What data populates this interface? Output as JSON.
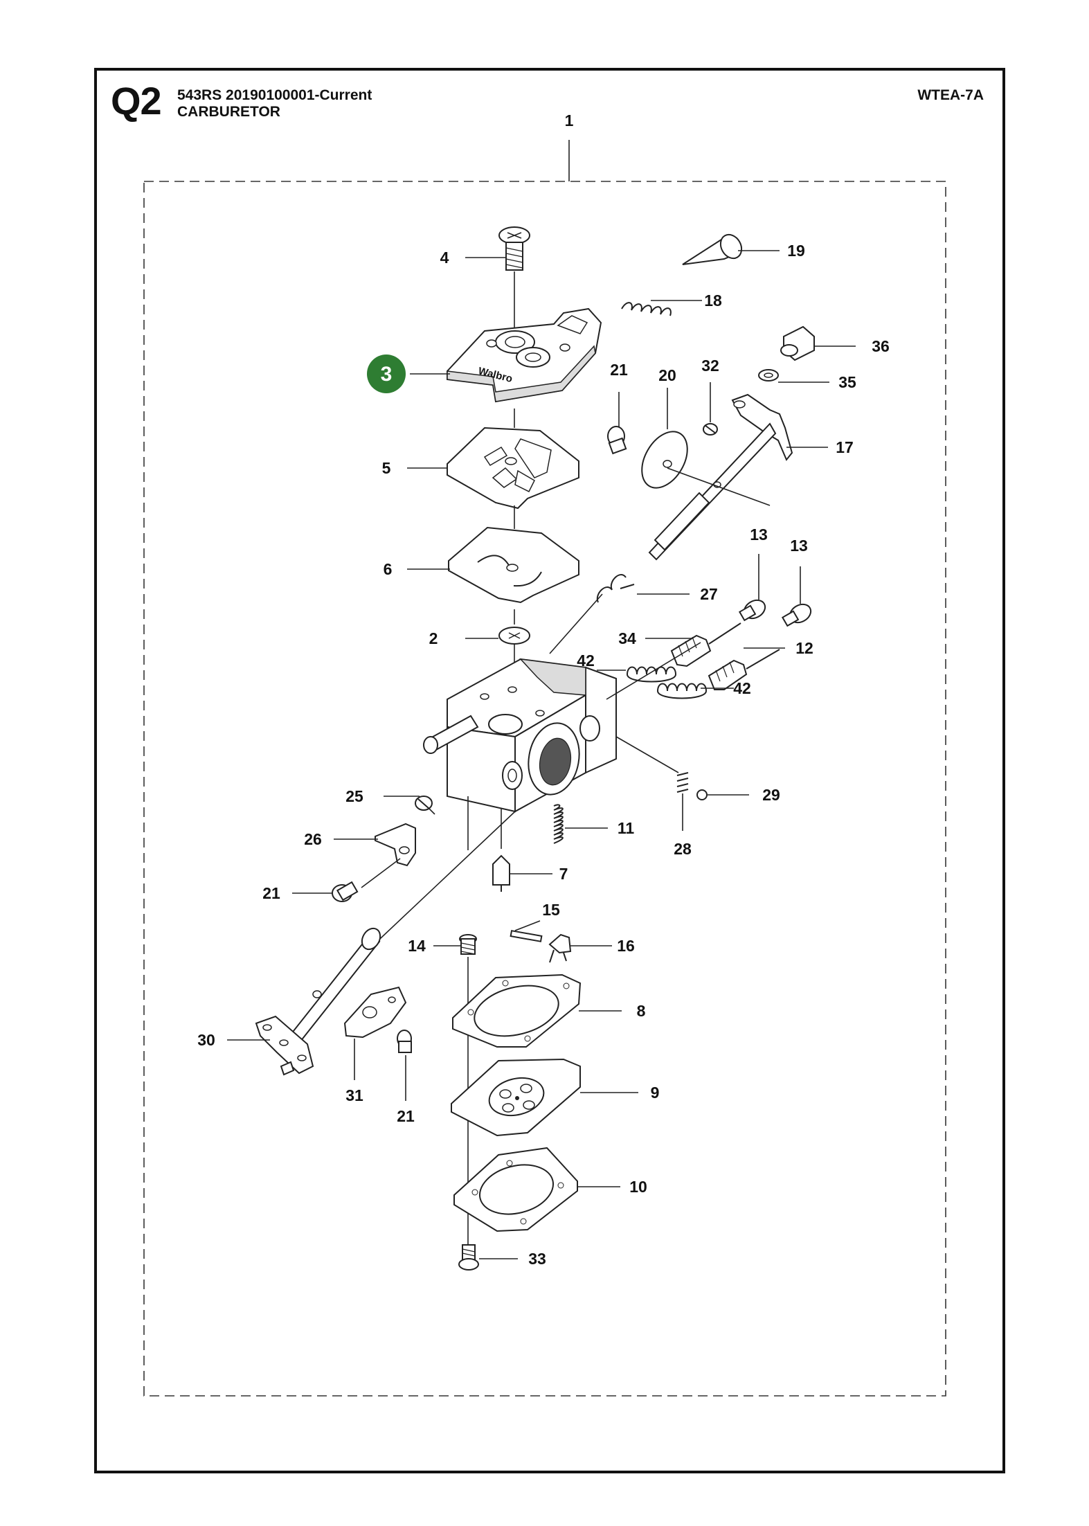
{
  "header": {
    "page_code": "Q2",
    "model": "543RS  20190100001-Current",
    "title": "CARBURETOR",
    "drawing_ref": "WTEA-7A"
  },
  "highlight": {
    "label": "3",
    "color": "#2e7d32"
  },
  "callouts": [
    {
      "id": "c1",
      "label": "1"
    },
    {
      "id": "c4",
      "label": "4"
    },
    {
      "id": "c19",
      "label": "19"
    },
    {
      "id": "c18",
      "label": "18"
    },
    {
      "id": "c36",
      "label": "36"
    },
    {
      "id": "c35",
      "label": "35"
    },
    {
      "id": "c21a",
      "label": "21"
    },
    {
      "id": "c20",
      "label": "20"
    },
    {
      "id": "c32",
      "label": "32"
    },
    {
      "id": "c17",
      "label": "17"
    },
    {
      "id": "c5",
      "label": "5"
    },
    {
      "id": "c6",
      "label": "6"
    },
    {
      "id": "c13a",
      "label": "13"
    },
    {
      "id": "c13b",
      "label": "13"
    },
    {
      "id": "c27",
      "label": "27"
    },
    {
      "id": "c2",
      "label": "2"
    },
    {
      "id": "c34",
      "label": "34"
    },
    {
      "id": "c12",
      "label": "12"
    },
    {
      "id": "c42a",
      "label": "42"
    },
    {
      "id": "c42b",
      "label": "42"
    },
    {
      "id": "c25",
      "label": "25"
    },
    {
      "id": "c29",
      "label": "29"
    },
    {
      "id": "c11",
      "label": "11"
    },
    {
      "id": "c26",
      "label": "26"
    },
    {
      "id": "c28",
      "label": "28"
    },
    {
      "id": "c7",
      "label": "7"
    },
    {
      "id": "c21b",
      "label": "21"
    },
    {
      "id": "c15",
      "label": "15"
    },
    {
      "id": "c14",
      "label": "14"
    },
    {
      "id": "c16",
      "label": "16"
    },
    {
      "id": "c8",
      "label": "8"
    },
    {
      "id": "c30",
      "label": "30"
    },
    {
      "id": "c31",
      "label": "31"
    },
    {
      "id": "c21c",
      "label": "21"
    },
    {
      "id": "c9",
      "label": "9"
    },
    {
      "id": "c10",
      "label": "10"
    },
    {
      "id": "c33",
      "label": "33"
    }
  ],
  "cover_text": "Walbro"
}
